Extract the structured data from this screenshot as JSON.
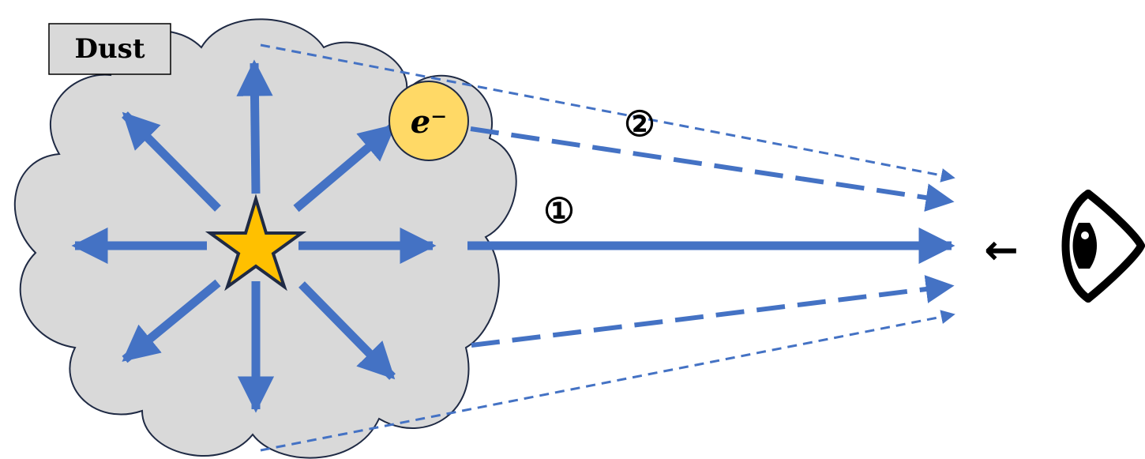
{
  "diagram": {
    "dust_label": "Dust",
    "electron_label": "e⁻",
    "path_direct_label": "①",
    "path_scattered_label": "②",
    "observer_arrow": "←",
    "icons": {
      "source": "star-icon",
      "observer": "eye-icon",
      "cloud": "cloud-shape",
      "electron": "electron-circle"
    },
    "colors": {
      "arrow": "#4472C4",
      "cloud_fill": "#D9D9D9",
      "cloud_stroke": "#1F2A44",
      "star_fill": "#FFC000",
      "star_stroke": "#1F2A44",
      "electron_fill": "#FFD966",
      "text": "#000000"
    }
  }
}
